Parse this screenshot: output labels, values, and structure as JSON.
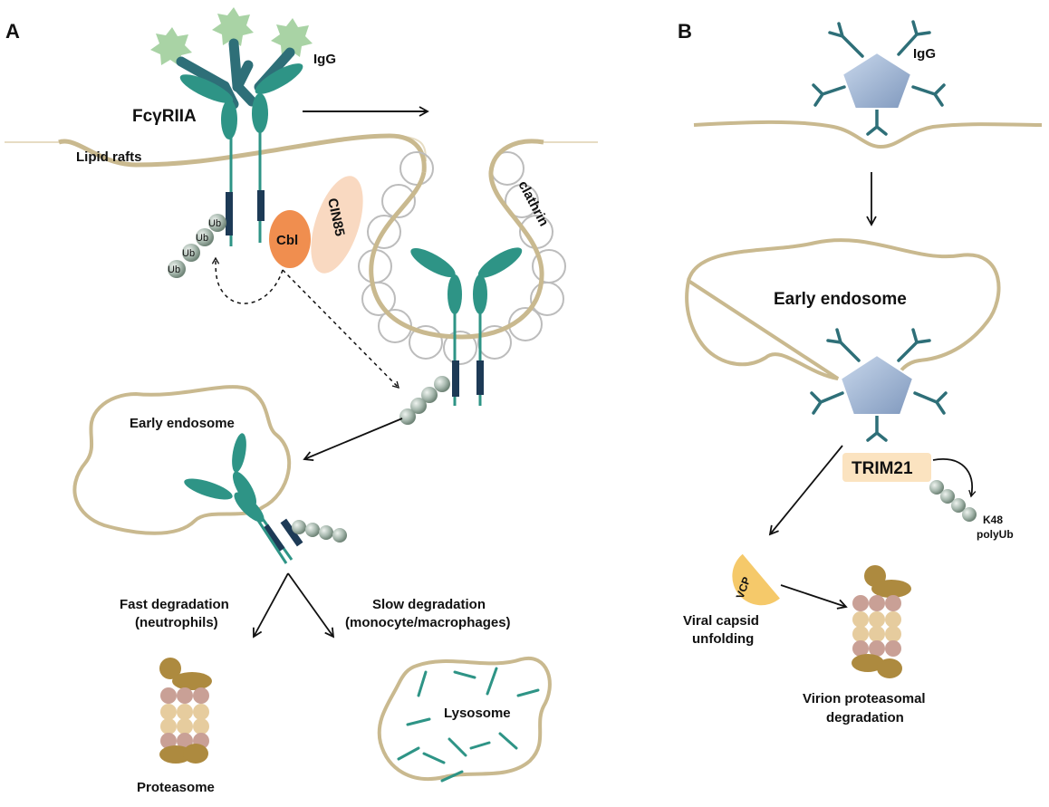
{
  "panel_a": {
    "letter": "A",
    "labels": {
      "igg": "IgG",
      "receptor": "FcγRIIA",
      "lipid_rafts": "Lipid rafts",
      "clathrin": "clathrin",
      "cbl": "Cbl",
      "cin85": "CIN85",
      "ub": [
        "Ub",
        "Ub",
        "Ub",
        "Ub"
      ],
      "early_endosome": "Early endosome",
      "fast_degradation_1": "Fast degradation",
      "fast_degradation_2": "(neutrophils)",
      "slow_degradation_1": "Slow degradation",
      "slow_degradation_2": "(monocyte/macrophages)",
      "proteasome": "Proteasome",
      "lysosome": "Lysosome"
    }
  },
  "panel_b": {
    "letter": "B",
    "labels": {
      "igg": "IgG",
      "early_endosome": "Early endosome",
      "trim21": "TRIM21",
      "k48_1": "K48",
      "k48_2": "polyUb",
      "vcp": "VCP",
      "viral_capsid_1": "Viral capsid",
      "viral_capsid_2": "unfolding",
      "virion_1": "Virion proteasomal",
      "virion_2": "degradation"
    }
  },
  "colors": {
    "membrane": "#c9b98f",
    "receptor": "#2e9486",
    "receptor_dark": "#1e6b63",
    "antibody": "#2e6f78",
    "antigen": "#a9d3a5",
    "tm_segment": "#1d3a56",
    "cbl": "#f08e4f",
    "cin85": "#f9d9c1",
    "ubiquitin": "#a7b8ae",
    "clathrin": "#b8b8b8",
    "proteasome_cap": "#ad8a3f",
    "proteasome_ring_a": "#c9a096",
    "proteasome_ring_b": "#e6cc9e",
    "lysosome_line": "#2e9486",
    "capsid": "#9fb5d4",
    "trim21_box": "#fbe3c0",
    "vcp": "#f5c96a"
  }
}
